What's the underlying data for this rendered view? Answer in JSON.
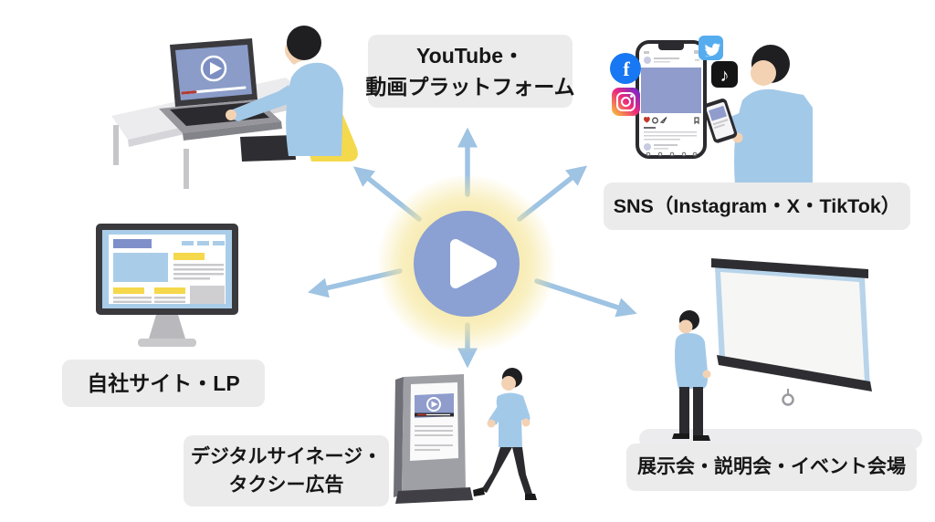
{
  "labels": {
    "youtube_line1": "YouTube・",
    "youtube_line2": "動画プラットフォーム",
    "sns": "SNS（Instagram・X・TikTok）",
    "event_venue": "展示会・説明会・イベント会場",
    "signage_line1": "デジタルサイネージ・",
    "signage_line2": "タクシー広告",
    "own_site": "自社サイト・LP"
  },
  "hub": {
    "icon": "play-icon"
  },
  "icons": {
    "facebook_glyph": "f",
    "tiktok_glyph": "♪"
  },
  "colors": {
    "background": "#ffffff",
    "label_bg": "#ebebeb",
    "label_text": "#161616",
    "arrow_blue": "#9ec3e3",
    "hub_circle_blue": "#8ba0d3",
    "hub_glow_yellow": "#f6e7a0",
    "shirt_blue": "#a3c9e8",
    "chair_yellow": "#f4d94d",
    "video_screen_blue": "#8b9cc8",
    "accent_yellow": "#f5d84b",
    "facebook_blue": "#1877f2",
    "twitter_blue": "#55acee",
    "tiktok_black": "#141414",
    "instagram_gradient": [
      "#f9ce34",
      "#ee2a7b",
      "#6228d7"
    ]
  }
}
